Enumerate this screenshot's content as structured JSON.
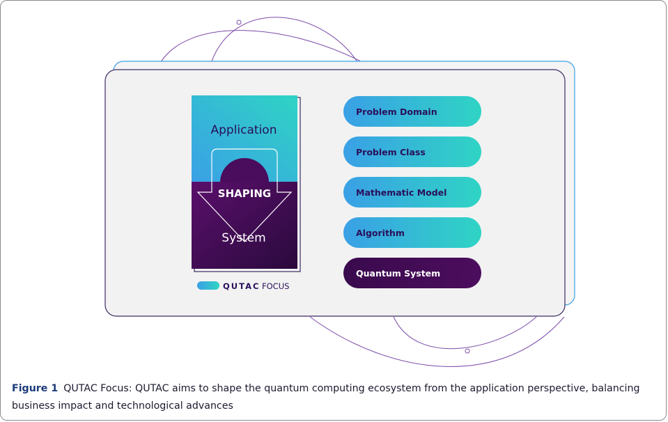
{
  "figure": {
    "left_block": {
      "top_label": "Application",
      "middle_label": "SHAPING",
      "bottom_label": "System"
    },
    "legend": {
      "brand": "QUTAC",
      "suffix": "FOCUS"
    },
    "pills": [
      {
        "label": "Problem Domain",
        "style": "gradient"
      },
      {
        "label": "Problem Class",
        "style": "gradient"
      },
      {
        "label": "Mathematic Model",
        "style": "gradient"
      },
      {
        "label": "Algorithm",
        "style": "gradient"
      },
      {
        "label": "Quantum System",
        "style": "dark"
      }
    ],
    "colors": {
      "gradient_start": "#3aa0e6",
      "gradient_end": "#2fd4c4",
      "dark_start": "#5a0f6b",
      "dark_end": "#2a0a3d",
      "pill_text": "#2a0f5a",
      "panel_fill": "#f2f2f2",
      "panel_stroke": "#3c2a63",
      "orbit": "#7a4aa8"
    }
  },
  "caption": {
    "label": "Figure 1",
    "text": "QUTAC Focus: QUTAC aims to shape the quantum computing ecosystem from the application perspective, balancing business impact and technological advances"
  }
}
